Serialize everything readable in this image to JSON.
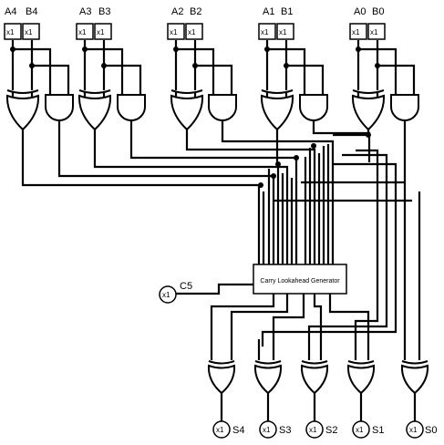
{
  "inputs": [
    {
      "a": "A4",
      "b": "B4",
      "a_mult": "x1",
      "b_mult": "x1"
    },
    {
      "a": "A3",
      "b": "B3",
      "a_mult": "x1",
      "b_mult": "x1"
    },
    {
      "a": "A2",
      "b": "B2",
      "a_mult": "x1",
      "b_mult": "x1"
    },
    {
      "a": "A1",
      "b": "B1",
      "a_mult": "x1",
      "b_mult": "x1"
    },
    {
      "a": "A0",
      "b": "B0",
      "a_mult": "x1",
      "b_mult": "x1"
    }
  ],
  "generator_label": "Carry Lookahead Generator",
  "carry_out": {
    "label": "C5",
    "mult": "x1"
  },
  "outputs": [
    {
      "label": "S4",
      "mult": "x1"
    },
    {
      "label": "S3",
      "mult": "x1"
    },
    {
      "label": "S2",
      "mult": "x1"
    },
    {
      "label": "S1",
      "mult": "x1"
    },
    {
      "label": "S0",
      "mult": "x1"
    }
  ]
}
